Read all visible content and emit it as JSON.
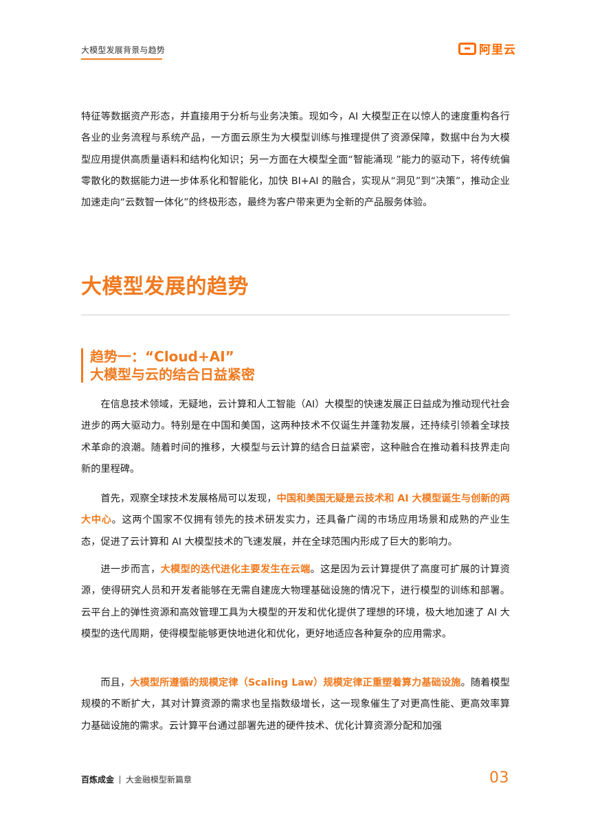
{
  "header": {
    "title": "大模型发展背景与趋势",
    "logo_text": "阿里云",
    "logo_icon": "aliyun-logo-icon"
  },
  "intro": "特征等数据资产形态，并直接用于分析与业务决策。现如今，AI 大模型正在以惊人的速度重构各行各业的业务流程与系统产品，一方面云原生为大模型训练与推理提供了资源保障，数据中台为大模型应用提供高质量语料和结构化知识；另一方面在大模型全面“智能涌现 ”能力的驱动下，将传统偏零散化的数据能力进一步体系化和智能化，加快 BI+AI 的融合，实现从“洞见”到“决策”，推动企业加速走向“云数智一体化”的终极形态，最终为客户带来更为全新的产品服务体验。",
  "section": {
    "title": "大模型发展的趋势"
  },
  "subsection": {
    "line1": "趋势一：“Cloud+AI”",
    "line2": "大模型与云的结合日益紧密"
  },
  "paragraphs": {
    "p1": "在信息技术领域，无疑地，云计算和人工智能（AI）大模型的快速发展正日益成为推动现代社会进步的两大驱动力。特别是在中国和美国，这两种技术不仅诞生并蓬勃发展，还持续引领着全球技术革命的浪潮。随着时间的推移，大模型与云计算的结合日益紧密，这种融合在推动着科技界走向新的里程碑。",
    "p2_a": "首先，观察全球技术发展格局可以发现，",
    "p2_hl": "中国和美国无疑是云技术和 AI 大模型诞生与创新的两大中心",
    "p2_b": "。这两个国家不仅拥有领先的技术研发实力，还具备广阔的市场应用场景和成熟的产业生态，促进了云计算和 AI 大模型技术的飞速发展，并在全球范围内形成了巨大的影响力。",
    "p3_a": "进一步而言，",
    "p3_hl": "大模型的迭代进化主要发生在云端",
    "p3_b": "。这是因为云计算提供了高度可扩展的计算资源，使得研究人员和开发者能够在无需自建庞大物理基础设施的情况下，进行模型的训练和部署。云平台上的弹性资源和高效管理工具为大模型的开发和优化提供了理想的环境，极大地加速了 AI 大模型的迭代周期，使得模型能够更快地进化和优化，更好地适应各种复杂的应用需求。",
    "p4_a": "而且，",
    "p4_hl": "大模型所遵循的规模定律（Scaling Law）规模定律正重塑着算力基础设施",
    "p4_b": "。随着模型规模的不断扩大，其对计算资源的需求也呈指数级增长，这一现象催生了对更高性能、更高效率算力基础设施的需求。云计算平台通过部署先进的硬件技术、优化计算资源分配和加强"
  },
  "footer": {
    "brand": "百炼成金",
    "subtitle": "大金融模型新篇章",
    "page_number": "03"
  },
  "colors": {
    "accent": "#f07a1f",
    "logo": "#ff6a00",
    "text": "#1f1f1f"
  }
}
